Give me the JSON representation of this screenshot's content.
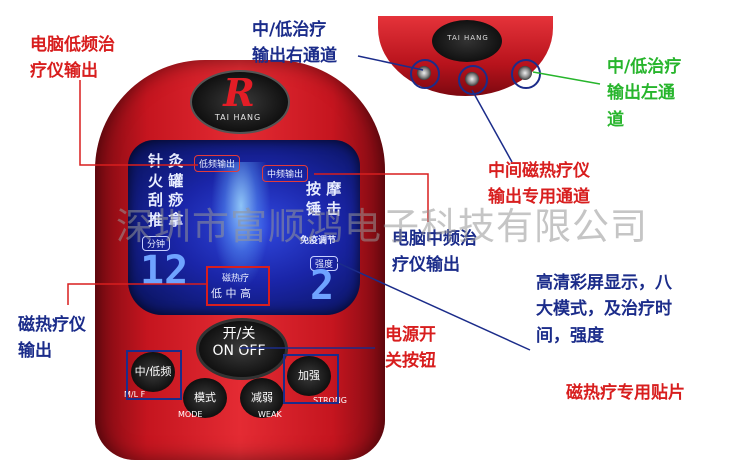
{
  "watermark": "深圳市富顺鸿电子科技有限公司",
  "device": {
    "brand": "TAI HANG",
    "logo_letter": "R",
    "screen": {
      "label_low_freq": "低频输出",
      "label_mid_freq": "中频输出",
      "left_glyphs": "针 灸\n火 罐\n刮 痧\n推 拿",
      "right_glyphs": "按 摩\n锤 击",
      "free_adjust": "免疫调节",
      "minutes_label": "分钟",
      "minutes_value": "12",
      "intensity_label": "强度",
      "intensity_value": "2",
      "mode_label": "磁热疗",
      "mode_states": "低 中 高"
    },
    "power_button": "开/关\nON OFF",
    "buttons": [
      {
        "label": "中/低频",
        "sub": "M/L F"
      },
      {
        "label": "模式",
        "sub": "MODE"
      },
      {
        "label": "减弱",
        "sub": "WEAK"
      },
      {
        "label": "加强",
        "sub": "STRONG"
      }
    ]
  },
  "annotations": {
    "pc_low_freq": "电脑低频治\n疗仪输出",
    "mid_low_right": "中/低治疗\n输出右通道",
    "mid_low_left": "中/低治疗\n输出左通\n道",
    "center_magnetic": "中间磁热疗仪\n输出专用通道",
    "pc_mid_freq": "电脑中频治\n疗仪输出",
    "hd_screen": "高清彩屏显示，八\n大模式，及治疗时\n间，强度",
    "magnetic_output": "磁热疗仪\n输出",
    "power_switch": "电源开\n关按钮",
    "patch": "磁热疗专用贴片"
  },
  "colors": {
    "annotation_red": "#d81e1e",
    "annotation_navy": "#1b2c8a",
    "annotation_green": "#27b52c",
    "device_red": "#d8222b",
    "screen_blue": "#1a25a8"
  }
}
